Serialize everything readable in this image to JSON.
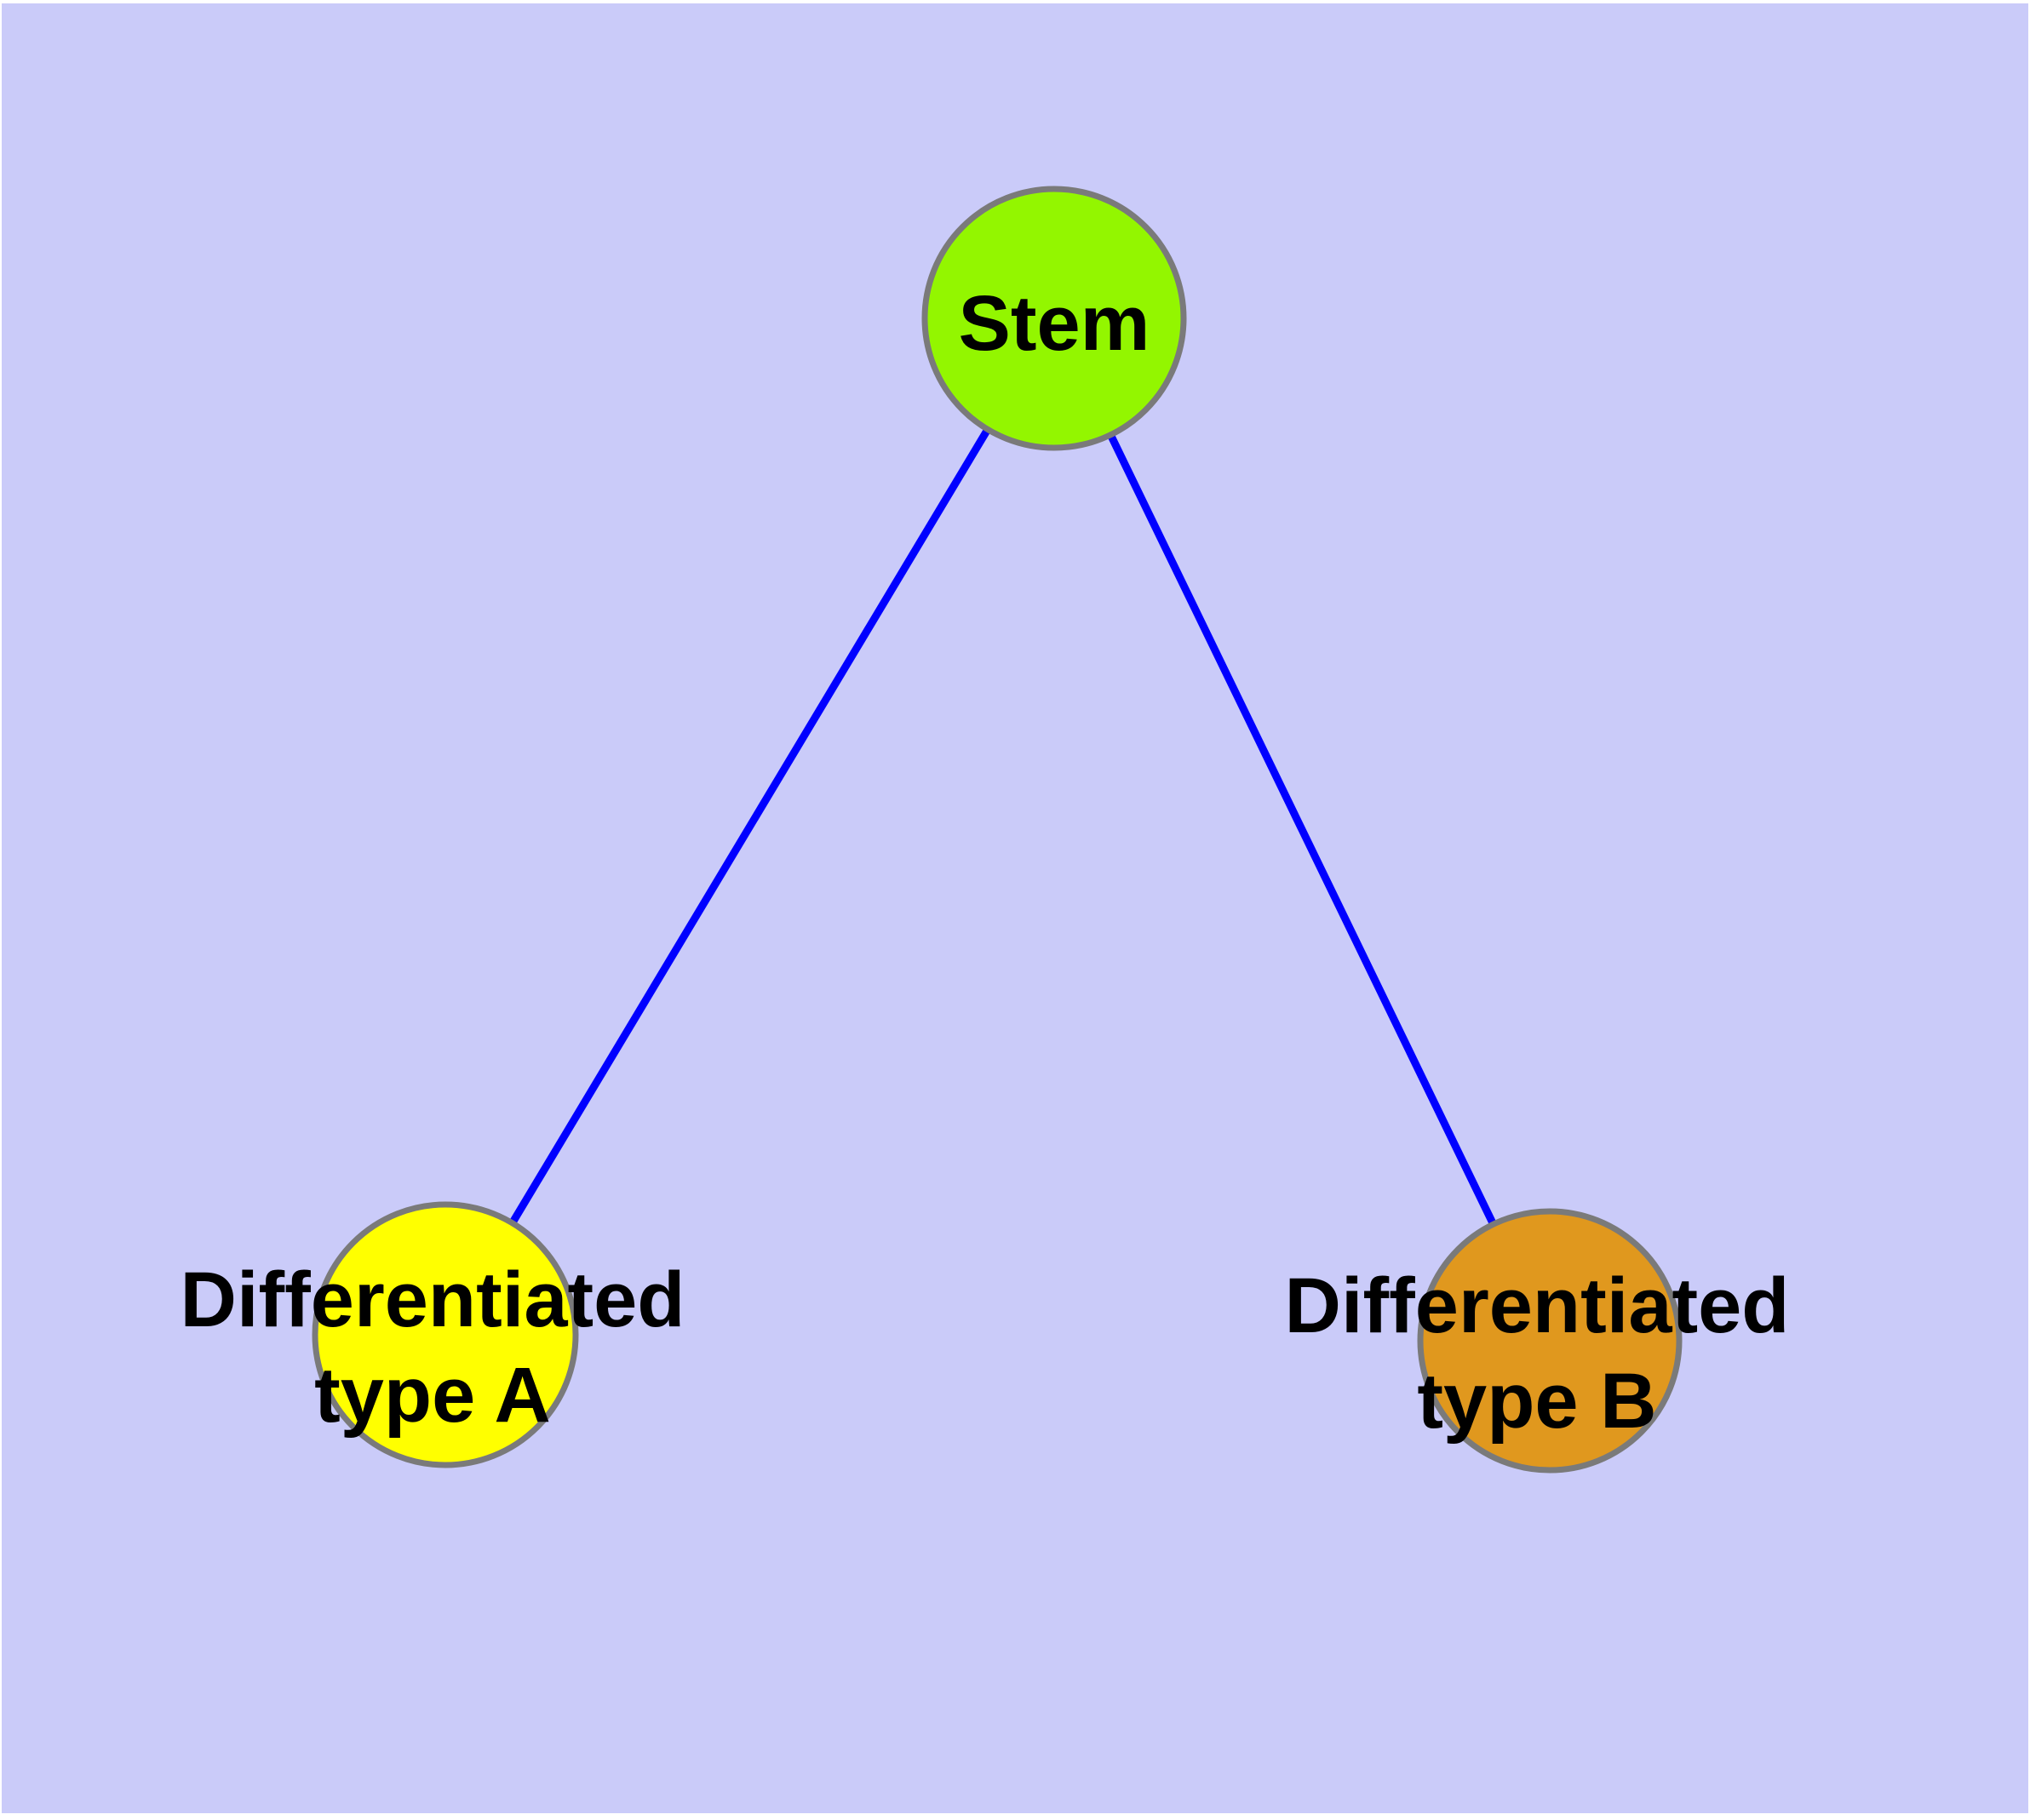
{
  "diagram": {
    "type": "node-link-graph",
    "background_color": "#CACBF9",
    "page_margin_color": "#FFFFFF",
    "edge_color": "#0000FF",
    "node_border_color": "#7A7A7A",
    "text_color": "#000000",
    "nodes": {
      "stem": {
        "label": "Stem",
        "color": "#93F600"
      },
      "type_a": {
        "label_line1": "Differentiated",
        "label_line2": "type A",
        "color": "#FFFF00"
      },
      "type_b": {
        "label_line1": "Differentiated",
        "label_line2": "type B",
        "color": "#E0981E"
      }
    },
    "edges": [
      {
        "from": "Stem",
        "to": "Differentiated type A"
      },
      {
        "from": "Stem",
        "to": "Differentiated type B"
      }
    ]
  }
}
